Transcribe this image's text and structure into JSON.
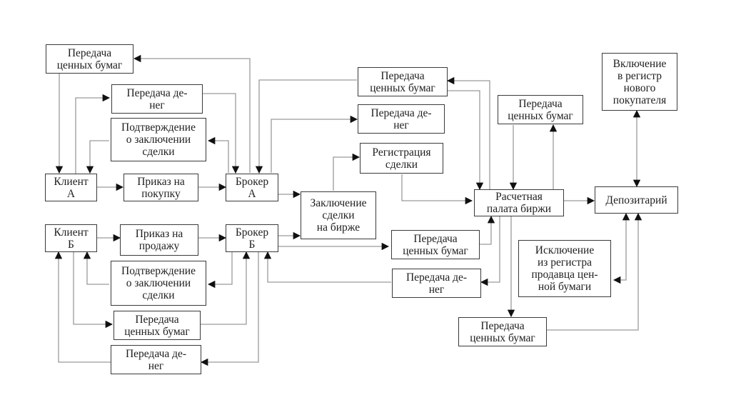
{
  "diagram": {
    "title": "",
    "nodes": {
      "tsb_top_left": "Передача\nценных бумаг",
      "money_a": "Передача де-\nнег",
      "confirm_a": "Подтверждение\nо заключении\nсделки",
      "client_a": "Клиент\nА",
      "order_buy": "Приказ на\nпокупку",
      "broker_a": "Брокер\nА",
      "client_b": "Клиент\nБ",
      "order_sell": "Приказ на\nпродажу",
      "broker_b": "Брокер\nБ",
      "confirm_b": "Подтверждение\nо заключении\nсделки",
      "tsb_b": "Передача\nценных бумаг",
      "money_b": "Передача де-\nнег",
      "tsb_mid_top": "Передача\nценных бумаг",
      "money_mid_top": "Передача де-\nнег",
      "registration": "Регистрация\nсделки",
      "deal": "Заключение\nсделки\nна бирже",
      "tsb_mid_bottom": "Передача\nценных бумаг",
      "money_mid_bottom": "Передача де-\nнег",
      "clearing": "Расчетная\nпалата биржи",
      "tsb_clearing_top": "Передача\nценных бумаг",
      "depository": "Депозитарий",
      "include_register": "Включение\nв регистр\nнового\nпокупателя",
      "exclude_register": "Исключение\nиз регистра\nпродавца цен-\nной бумаги",
      "tsb_bottom_right": "Передача\nценных бумаг"
    },
    "edges": [
      [
        "client_a",
        "order_buy"
      ],
      [
        "order_buy",
        "broker_a"
      ],
      [
        "client_a",
        "money_a"
      ],
      [
        "money_a",
        "broker_a"
      ],
      [
        "broker_a",
        "confirm_a"
      ],
      [
        "confirm_a",
        "client_a"
      ],
      [
        "broker_a",
        "tsb_top_left"
      ],
      [
        "tsb_top_left",
        "client_a"
      ],
      [
        "client_b",
        "order_sell"
      ],
      [
        "order_sell",
        "broker_b"
      ],
      [
        "broker_b",
        "confirm_b"
      ],
      [
        "confirm_b",
        "client_b"
      ],
      [
        "client_b",
        "tsb_b"
      ],
      [
        "tsb_b",
        "broker_b"
      ],
      [
        "broker_b",
        "money_b"
      ],
      [
        "money_b",
        "client_b"
      ],
      [
        "broker_a",
        "deal"
      ],
      [
        "broker_b",
        "deal"
      ],
      [
        "deal",
        "registration"
      ],
      [
        "registration",
        "clearing"
      ],
      [
        "broker_a",
        "money_mid_top"
      ],
      [
        "tsb_mid_top",
        "broker_a"
      ],
      [
        "clearing",
        "tsb_mid_top"
      ],
      [
        "tsb_mid_top",
        "clearing"
      ],
      [
        "broker_b",
        "tsb_mid_bottom"
      ],
      [
        "tsb_mid_bottom",
        "clearing"
      ],
      [
        "clearing",
        "money_mid_bottom"
      ],
      [
        "money_mid_bottom",
        "broker_b"
      ],
      [
        "tsb_clearing_top",
        "clearing"
      ],
      [
        "clearing",
        "tsb_clearing_top"
      ],
      [
        "clearing",
        "depository"
      ],
      [
        "depository",
        "include_register"
      ],
      [
        "include_register",
        "depository"
      ],
      [
        "depository",
        "exclude_register"
      ],
      [
        "exclude_register",
        "depository"
      ],
      [
        "clearing",
        "tsb_bottom_right"
      ],
      [
        "tsb_bottom_right",
        "depository"
      ]
    ]
  }
}
